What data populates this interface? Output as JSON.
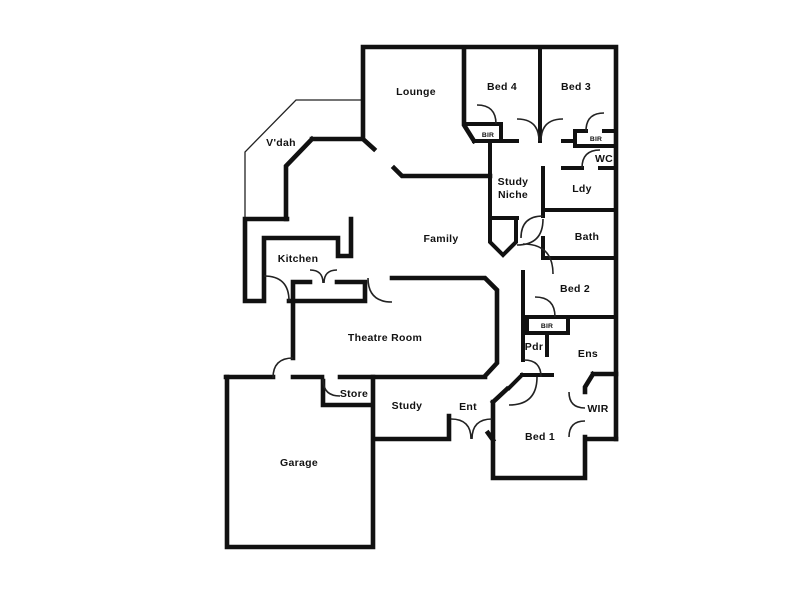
{
  "diagram": {
    "type": "floor-plan",
    "background_color": "#ffffff",
    "wall_color": "#111111"
  },
  "labels": {
    "vdah": "V'dah",
    "lounge": "Lounge",
    "bed4": "Bed 4",
    "bed3": "Bed 3",
    "bir_bed4": "BIR",
    "bir_bed3": "BIR",
    "wc": "WC",
    "study_niche_line1": "Study",
    "study_niche_line2": "Niche",
    "ldy": "Ldy",
    "family": "Family",
    "bath": "Bath",
    "kitchen": "Kitchen",
    "bed2": "Bed 2",
    "bir_bed2": "BIR",
    "theatre": "Theatre Room",
    "pdr": "Pdr",
    "ens": "Ens",
    "store": "Store",
    "study": "Study",
    "ent": "Ent",
    "wir": "WIR",
    "bed1": "Bed 1",
    "garage": "Garage"
  }
}
